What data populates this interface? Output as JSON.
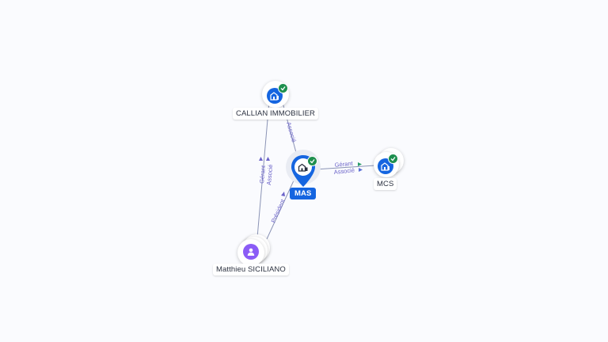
{
  "colors": {
    "company": "#1565e0",
    "person": "#8b5cf6",
    "verified": "#1e8f4e",
    "edge": "#8a93b5",
    "edge_label": "#6b63c9"
  },
  "nodes": {
    "callian": {
      "label": "CALLIAN IMMOBILIER",
      "icon": "building-icon",
      "verified": true
    },
    "mas": {
      "label": "MAS",
      "icon": "building-icon",
      "verified": true
    },
    "mcs": {
      "label": "MCS",
      "icon": "building-icon",
      "verified": true
    },
    "person": {
      "label": "Matthieu SICILIANO",
      "icon": "person-icon",
      "verified": false
    }
  },
  "edges": {
    "callian_mas": {
      "label": "Associé"
    },
    "mas_mcs": {
      "label_line1": "Gérant",
      "label_line2": "Associé"
    },
    "person_callian": {
      "label_line1": "Gérant",
      "label_line2": "Associé"
    },
    "person_mas": {
      "label": "Président"
    }
  }
}
